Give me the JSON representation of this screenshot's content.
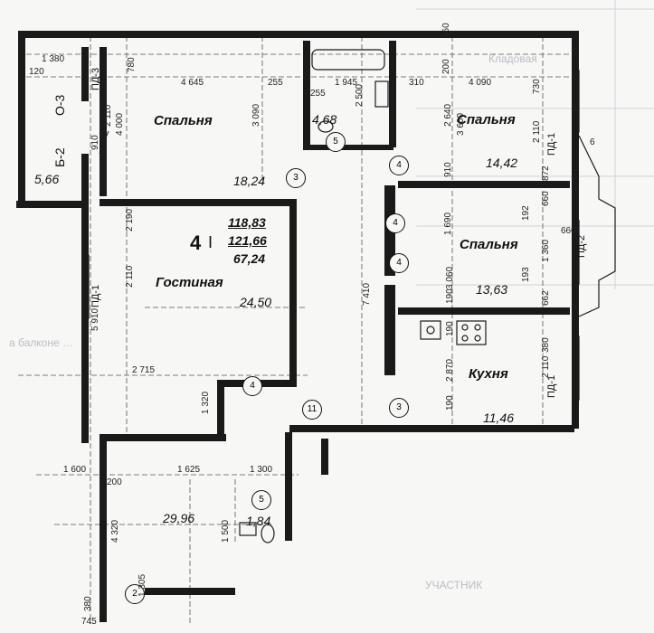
{
  "apartment": {
    "number": "4",
    "rooms": "I",
    "areas": [
      "118,83",
      "121,66",
      "67,24"
    ]
  },
  "rooms": {
    "bedroom_left": {
      "name": "Спальня",
      "area": "18,24"
    },
    "bath_top": {
      "area": "4,68"
    },
    "bedroom_right_top": {
      "name": "Спальня",
      "area": "14,42"
    },
    "bedroom_right_mid": {
      "name": "Спальня",
      "area": "13,63"
    },
    "living": {
      "name": "Гостиная",
      "area": "24,50"
    },
    "kitchen": {
      "name": "Кухня",
      "area": "11,46"
    },
    "balcony": {
      "area": "5,66"
    },
    "lower_hall": {
      "area": "29,96"
    },
    "wc_lower": {
      "area": "1,84"
    }
  },
  "labels": {
    "balcony_b": "Б-2",
    "balcony_o": "О-3",
    "pd3": "ПД-3",
    "pd1_left": "ПД-1",
    "pd1_right_top": "ПД-1",
    "pd2": "ПД-2",
    "pd1_kitchen": "ПД-1"
  },
  "markers": [
    "3",
    "5",
    "4",
    "4",
    "4",
    "4",
    "11",
    "3",
    "5",
    "2"
  ],
  "dimensions": {
    "d1380": "1 380",
    "d120": "120",
    "d780": "780",
    "d4645": "4 645",
    "d255a": "255",
    "d255b": "255",
    "d1945": "1 945",
    "d310": "310",
    "d4090": "4 090",
    "d200": "200",
    "d460": "460",
    "d730": "730",
    "d2110a": "2 110",
    "d4000": "4 000",
    "d910a": "910",
    "d3090": "3 090",
    "d2500": "2 500",
    "d2640": "2 640",
    "d3600": "3 600",
    "d2110b": "2 110",
    "d6": "6",
    "d910b": "910",
    "d872": "872",
    "d2190": "2 190",
    "d1690": "1 690",
    "d660a": "660",
    "d192": "192",
    "d660b": "660",
    "d1360": "1 360",
    "d2110c": "2 110",
    "d5910": "5 910",
    "d3060": "3 060",
    "d193": "193",
    "d662": "662",
    "d190a": "190",
    "d7410": "7 410",
    "d190b": "190",
    "d2715": "2 715",
    "d380a": "380",
    "d2870": "2 870",
    "d190c": "190",
    "d2110d": "2 110",
    "d1320": "1 320",
    "d1600": "1 600",
    "d1625": "1 625",
    "d1300": "1 300",
    "d200b": "200",
    "d4320": "4 320",
    "d1500": "1 500",
    "d1305": "1 305",
    "d380b": "380",
    "d745": "745"
  },
  "colors": {
    "wall": "#1a1a1a",
    "ink": "#111111",
    "ghost": "#b9bec4",
    "paper": "#f7f7f5"
  }
}
